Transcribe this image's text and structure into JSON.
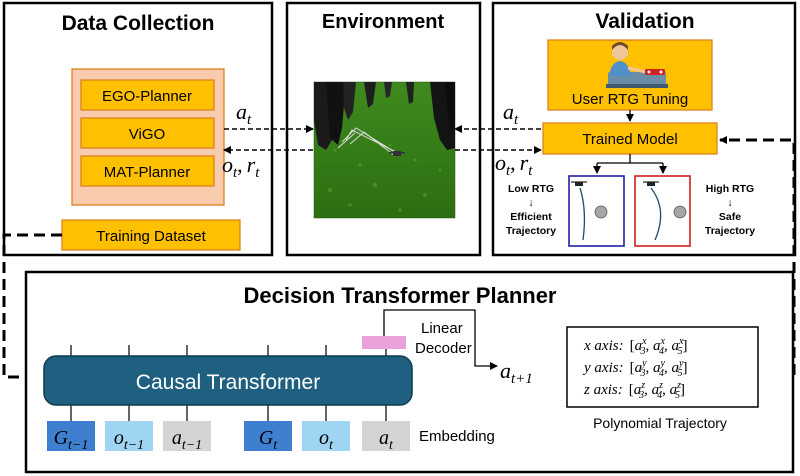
{
  "panels": {
    "data_collection": "Data Collection",
    "environment": "Environment",
    "validation": "Validation",
    "planner": "Decision Transformer Planner"
  },
  "data_collection": {
    "planners": [
      "EGO-Planner",
      "ViGO",
      "MAT-Planner"
    ],
    "dataset": "Training Dataset"
  },
  "validation": {
    "user": "User RTG Tuning",
    "model": "Trained Model",
    "low_rtg": [
      "Low RTG",
      "↓",
      "Efficient",
      "Trajectory"
    ],
    "high_rtg": [
      "High RTG",
      "↓",
      "Safe",
      "Trajectory"
    ]
  },
  "signals": {
    "action": "a",
    "action_sub": "t",
    "obs": "o",
    "obs_sub": "t",
    "reward": "r",
    "reward_sub": "t",
    "comma": ","
  },
  "transformer": {
    "label": "Causal Transformer",
    "decoder": [
      "Linear",
      "Decoder"
    ],
    "output_base": "a",
    "output_sub": "t+1",
    "embedding": "Embedding",
    "tokens": [
      {
        "base": "G",
        "sub": "t−1",
        "color": "#3e7fcf"
      },
      {
        "base": "o",
        "sub": "t−1",
        "color": "#9fd4f2"
      },
      {
        "base": "a",
        "sub": "t−1",
        "color": "#d4d4d4"
      },
      {
        "base": "G",
        "sub": "t",
        "color": "#3e7fcf"
      },
      {
        "base": "o",
        "sub": "t",
        "color": "#9fd4f2"
      },
      {
        "base": "a",
        "sub": "t",
        "color": "#d4d4d4"
      }
    ]
  },
  "polynomial": {
    "caption": "Polynomial Trajectory",
    "rows": [
      {
        "axis": "x axis:",
        "sup": "x"
      },
      {
        "axis": "y axis:",
        "sup": "y"
      },
      {
        "axis": "z axis:",
        "sup": "z"
      }
    ],
    "indices": [
      "3",
      "4",
      "5"
    ]
  },
  "colors": {
    "orange": "#ffc000",
    "orange_border": "#e08020",
    "peach": "#f8cbad",
    "transformer": "#1f6080",
    "decoder": "#e9a3d9",
    "low_frame": "#2020a0",
    "high_frame": "#d02020"
  }
}
